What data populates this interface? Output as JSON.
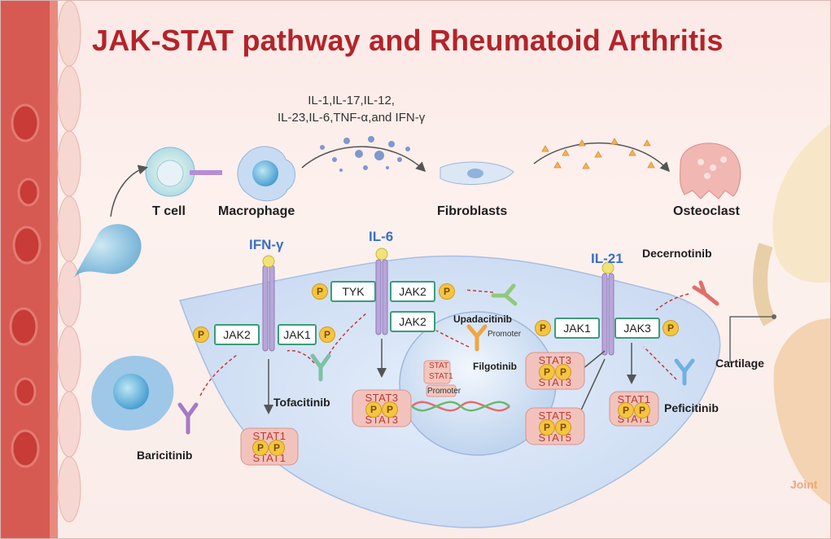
{
  "title": "JAK-STAT pathway and Rheumatoid Arthritis",
  "cytokines": {
    "line1": "IL-1,IL-17,IL-12,",
    "line2": "IL-23,IL-6,TNF-α,and IFN-γ"
  },
  "cells": {
    "tcell": "T cell",
    "macrophage": "Macrophage",
    "fibroblasts": "Fibroblasts",
    "osteoclast": "Osteoclast"
  },
  "receptors": {
    "ifn": "IFN-γ",
    "il6": "IL-6",
    "il21": "IL-21"
  },
  "kinases": {
    "ifn_jak2": "JAK2",
    "ifn_jak1": "JAK1",
    "tyk": "TYK",
    "il6_jak2a": "JAK2",
    "il6_jak2b": "JAK2",
    "il21_jak1": "JAK1",
    "il21_jak3": "JAK3"
  },
  "phospho": "P",
  "drugs": {
    "baricitinib": "Baricitinib",
    "tofacitinib": "Tofacitinib",
    "upadacitinib": "Upadacitinib",
    "filgotinib": "Filgotinib",
    "decernotinib": "Decernotinib",
    "peficitinib": "Peficitinib"
  },
  "stats": {
    "stat1_left_top": "STAT1",
    "stat1_left_bot": "STAT1",
    "stat3_top": "STAT3",
    "stat3_bot": "STAT3",
    "stat3b_top": "STAT3",
    "stat3b_bot": "STAT3",
    "stat5_top": "STAT5",
    "stat5_bot": "STAT5",
    "stat1_right_top": "STAT1",
    "stat1_right_bot": "STAT1",
    "nuc_stat": "STAT",
    "nuc_stat1": "STAT1"
  },
  "nucleus": {
    "promoter1": "Promoter",
    "promoter2": "Promoter"
  },
  "labels": {
    "cartilage": "Cartilage",
    "joint": "Joint"
  },
  "colors": {
    "title": "#b3242a",
    "receptor_label": "#3a6fc4",
    "kinase_border": "#3a9d7a",
    "phospho": "#f4c542"
  }
}
